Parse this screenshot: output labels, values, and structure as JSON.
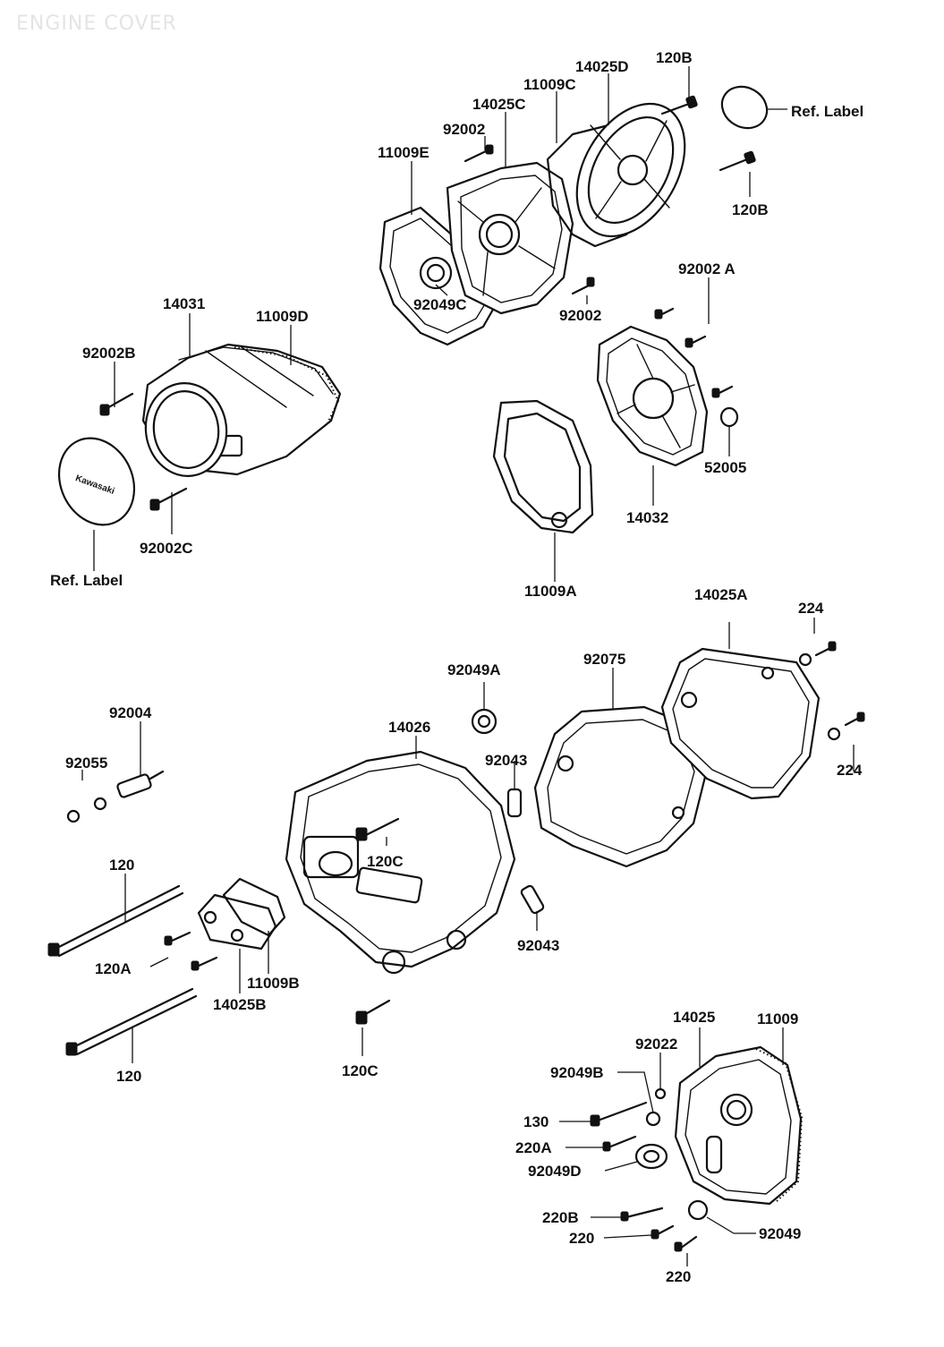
{
  "title": "ENGINE COVER",
  "labels": {
    "p14025D": "14025D",
    "p120B_top": "120B",
    "p11009C": "11009C",
    "p14025C": "14025C",
    "p92002_top": "92002",
    "p11009E": "11009E",
    "ref_label_top": "Ref. Label",
    "p120B_mid": "120B",
    "p92049C": "92049C",
    "p92002_mid": "92002",
    "p92002A": "92002 A",
    "p14031": "14031",
    "p11009D": "11009D",
    "p92002B": "92002B",
    "p52005": "52005",
    "p14032": "14032",
    "p92002C": "92002C",
    "ref_label_left": "Ref. Label",
    "p11009A": "11009A",
    "p14025A": "14025A",
    "p224_top": "224",
    "p92049A": "92049A",
    "p92075": "92075",
    "p92004": "92004",
    "p14026": "14026",
    "p92043_top": "92043",
    "p224_bot": "224",
    "p92055": "92055",
    "p120C_mid": "120C",
    "p120_top": "120",
    "p92043_bot": "92043",
    "p120A": "120A",
    "p11009B": "11009B",
    "p14025B": "14025B",
    "p120_bot": "120",
    "p120C_bot": "120C",
    "p14025": "14025",
    "p11009": "11009",
    "p92022": "92022",
    "p92049B": "92049B",
    "p130": "130",
    "p220A": "220A",
    "p92049D": "92049D",
    "p220B": "220B",
    "p92049": "92049",
    "p220_mid": "220",
    "p220_bot": "220"
  },
  "emblem_text": "Kawasaki"
}
